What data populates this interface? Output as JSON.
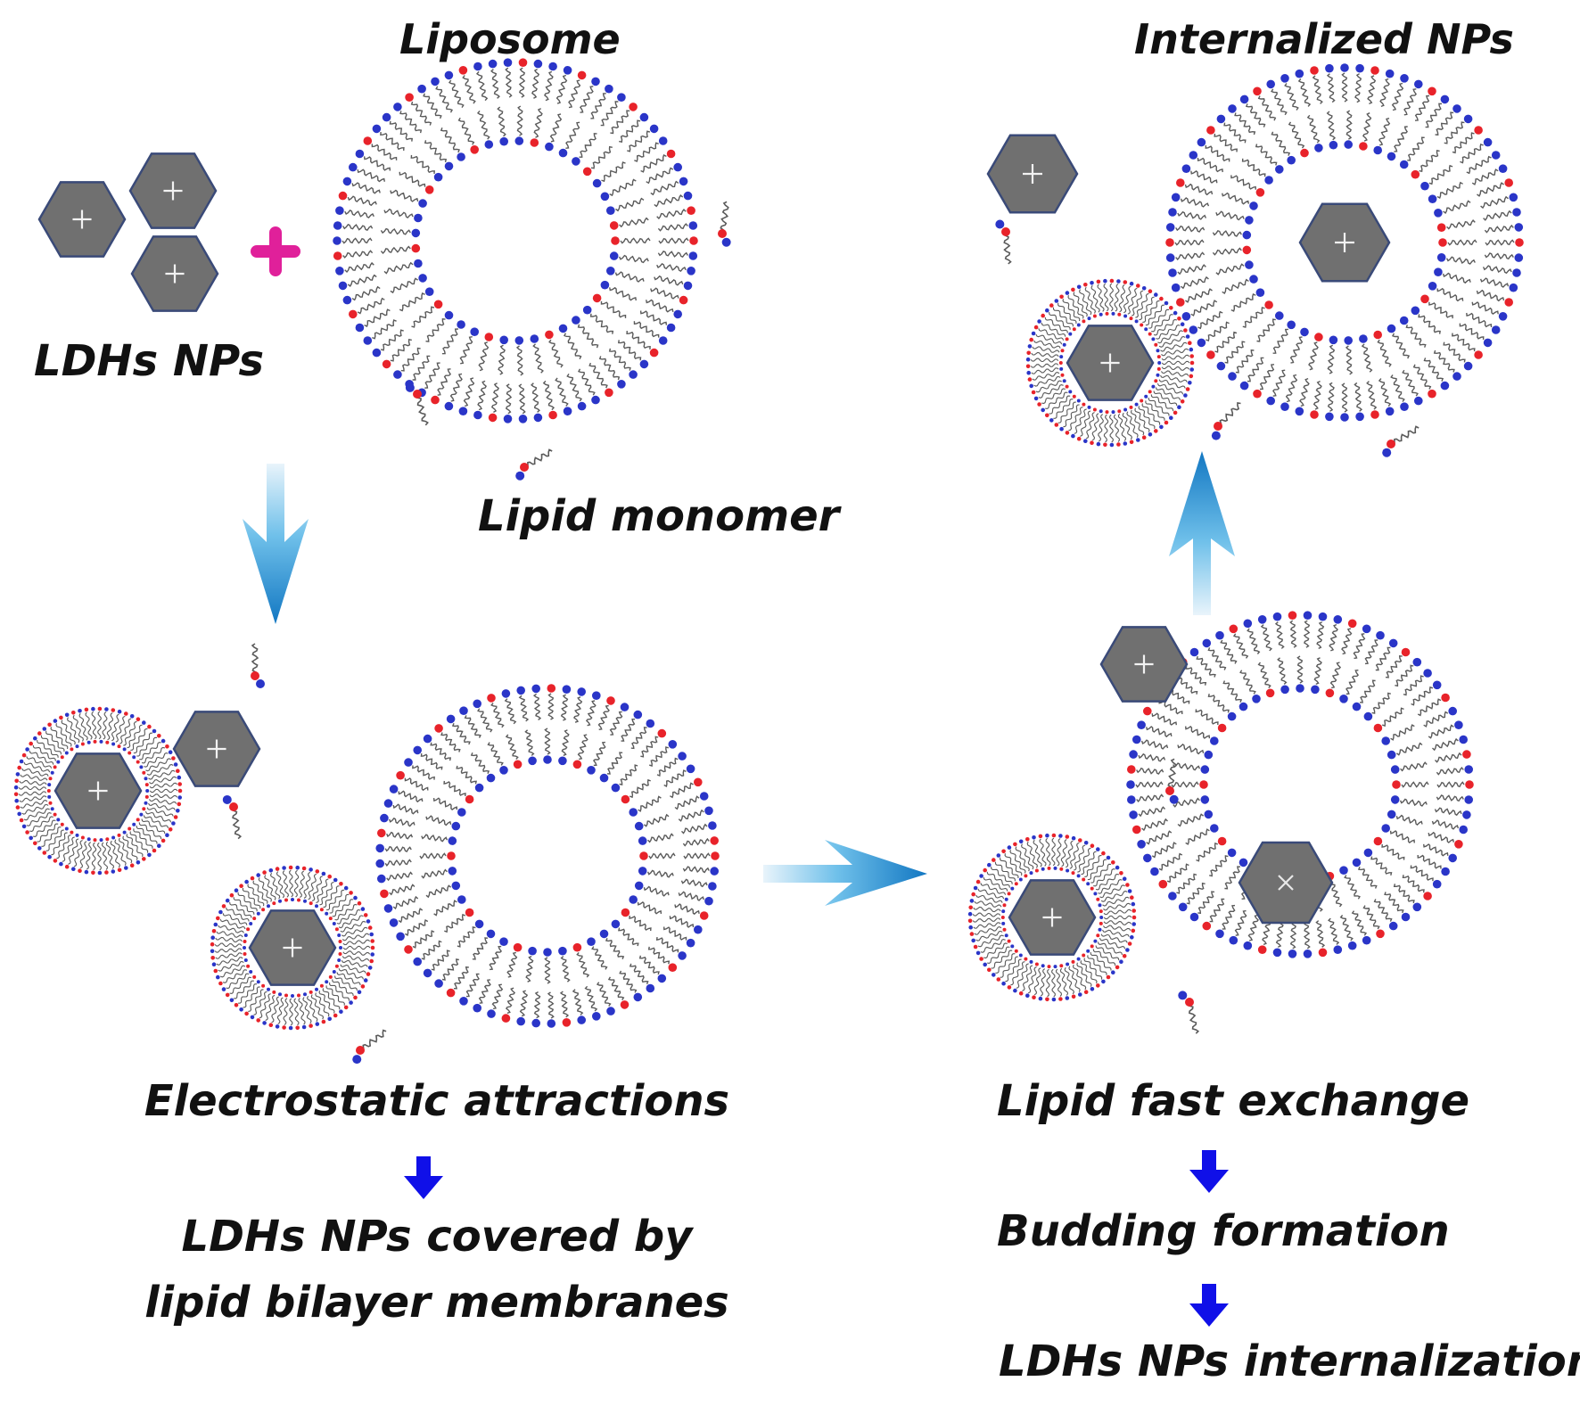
{
  "labels": {
    "liposome": "Liposome",
    "ldhs_nps": "LDHs NPs",
    "lipid_monomer": "Lipid monomer",
    "internalized_nps": "Internalized NPs",
    "electrostatic": "Electrostatic attractions",
    "covered_line1": "LDHs NPs covered by",
    "covered_line2": "lipid bilayer membranes",
    "fast_exchange": "Lipid fast exchange",
    "budding": "Budding formation",
    "internalization": "LDHs NPs internalization"
  },
  "colors": {
    "headgroup_red": "#e8232a",
    "headgroup_blue": "#2a35c8",
    "tail_gray": "#5a5a5a",
    "nanoparticle": "#707070",
    "plus_sign": "#e0209a",
    "flow_arrow": "#1e8fd0",
    "step_arrow": "#1010e8"
  },
  "icons": {
    "nanoparticle": "hexagon-plus",
    "plus": "plus-sign",
    "flow": "gradient-arrow",
    "step": "down-arrow"
  }
}
